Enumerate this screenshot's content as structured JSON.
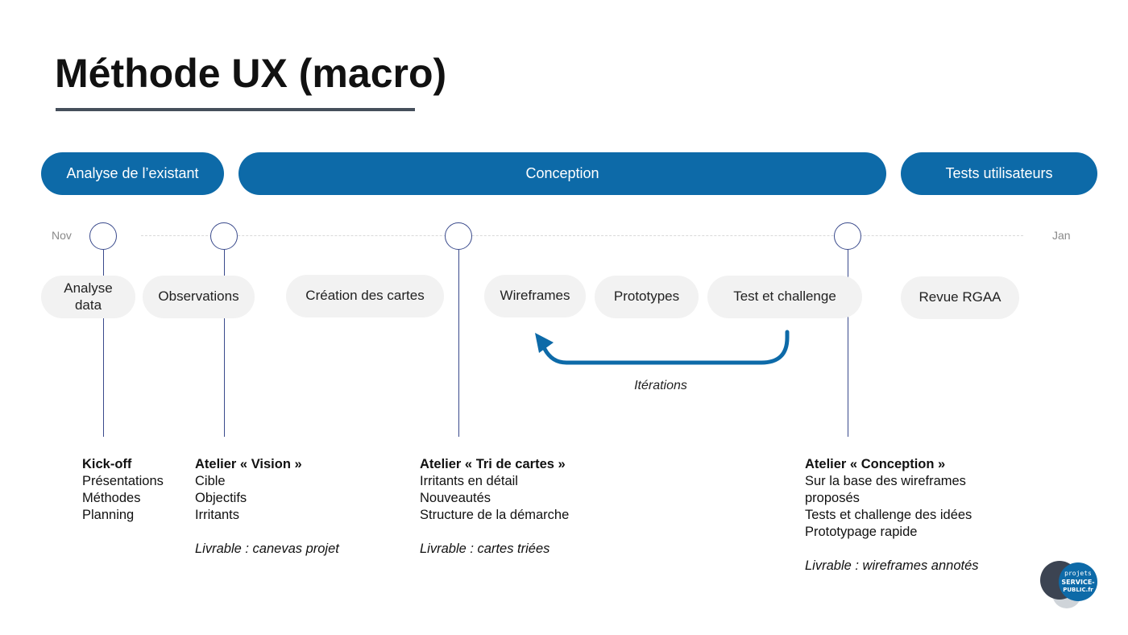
{
  "title": "Méthode UX (macro)",
  "phases": [
    "Analyse de l’existant",
    "Conception",
    "Tests utilisateurs"
  ],
  "timeline": {
    "start": "Nov",
    "end": "Jan"
  },
  "steps": [
    "Analyse data",
    "Observations",
    "Création des cartes",
    "Wireframes",
    "Prototypes",
    "Test et challenge",
    "Revue RGAA"
  ],
  "iteration_label": "Itérations",
  "workshops": [
    {
      "title": "Kick-off",
      "lines": [
        "Présentations",
        "Méthodes",
        "Planning"
      ],
      "deliverable": ""
    },
    {
      "title": "Atelier « Vision »",
      "lines": [
        "Cible",
        "Objectifs",
        "Irritants"
      ],
      "deliverable": "Livrable : canevas projet"
    },
    {
      "title": "Atelier « Tri de cartes »",
      "lines": [
        "Irritants en détail",
        "Nouveautés",
        "Structure de la démarche"
      ],
      "deliverable": "Livrable : cartes triées"
    },
    {
      "title": "Atelier « Conception »",
      "lines": [
        "Sur la base des wireframes",
        "proposés",
        "Tests et challenge des idées",
        "Prototypage rapide"
      ],
      "deliverable": "Livrable : wireframes annotés"
    }
  ],
  "logo": {
    "text_top": "projets",
    "text_main": "SERVICE-",
    "text_sub": "PUBLIC.fr"
  },
  "colors": {
    "phase_blue": "#0d6aa8",
    "node_stroke": "#3a4a8c",
    "step_bg": "#f2f2f2",
    "title_rule": "#454f5b"
  }
}
